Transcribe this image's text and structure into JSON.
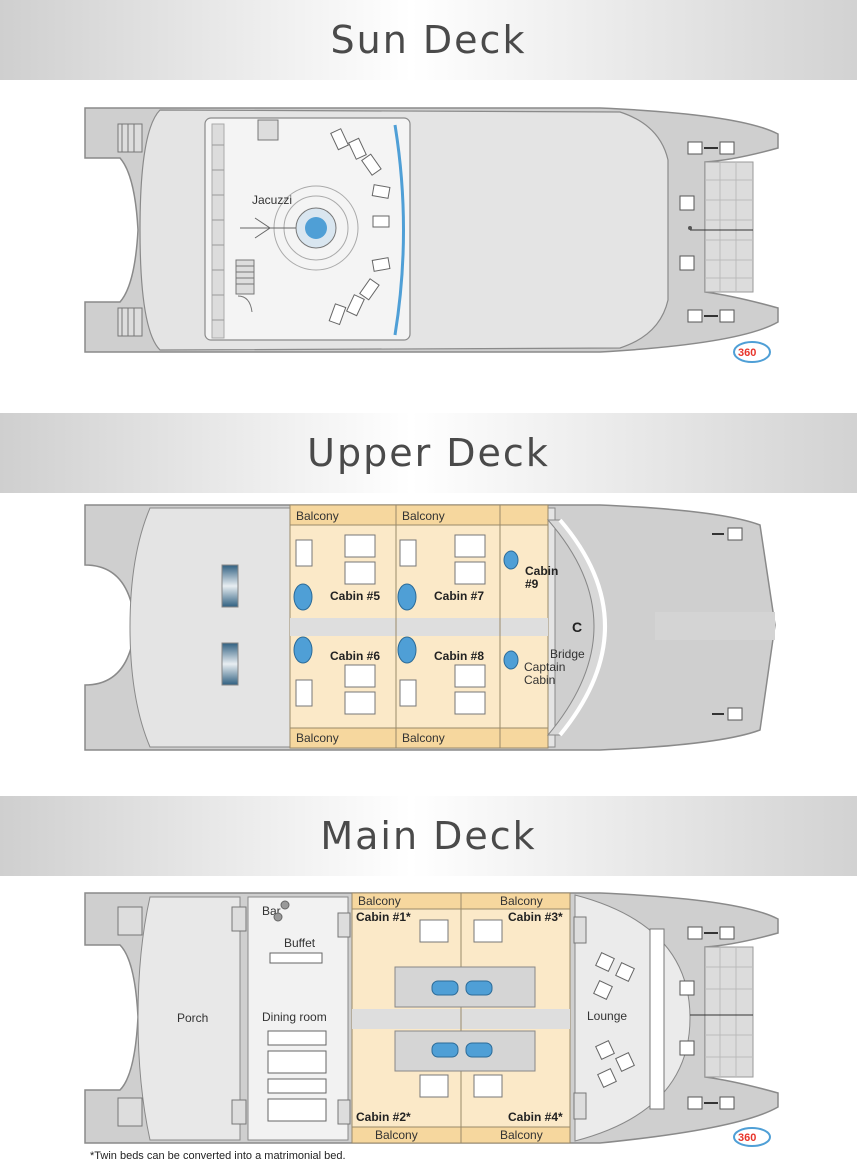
{
  "decks": {
    "sun": {
      "title": "Sun Deck",
      "labels": {
        "jacuzzi": "Jacuzzi"
      },
      "badge": "360"
    },
    "upper": {
      "title": "Upper Deck",
      "labels": {
        "balcony": "Balcony",
        "cabin5": "Cabin #5",
        "cabin7": "Cabin #7",
        "cabin9a": "Cabin",
        "cabin9b": "#9",
        "cabin6": "Cabin #6",
        "cabin8": "Cabin #8",
        "bridge": "Bridge",
        "captain1": "Captain",
        "captain2": "Cabin"
      }
    },
    "main": {
      "title": "Main Deck",
      "labels": {
        "bar": "Bar",
        "buffet": "Buffet",
        "porch": "Porch",
        "dining": "Dining room",
        "lounge": "Lounge",
        "balcony": "Balcony",
        "cabin1": "Cabin #1*",
        "cabin2": "Cabin #2*",
        "cabin3": "Cabin #3*",
        "cabin4": "Cabin #4*"
      },
      "badge": "360"
    }
  },
  "footnote": "*Twin beds can be converted into a matrimonial bed.",
  "colors": {
    "hull": "#cfcfcf",
    "deck_floor": "#e6e6e6",
    "cabin": "#fbe9c8",
    "balcony": "#f6d79e",
    "water": "#4f9fd6",
    "outline": "#8a8a8a"
  }
}
